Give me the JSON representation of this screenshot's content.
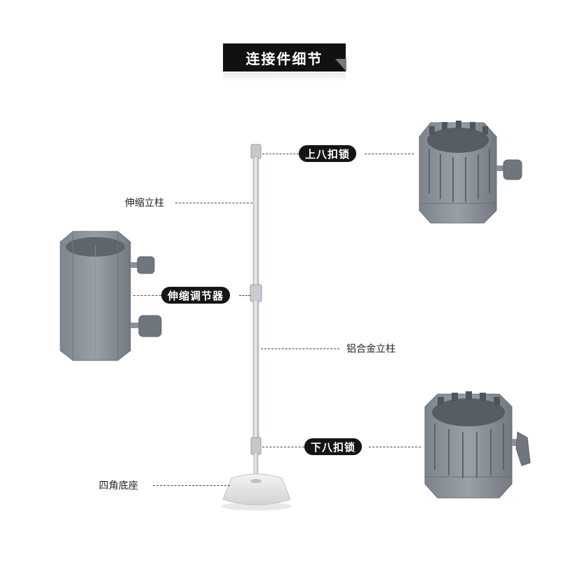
{
  "title": "连接件细节",
  "labels": {
    "upper_lock": "上八扣锁",
    "telescopic_pole": "伸缩立柱",
    "telescopic_adjuster": "伸缩调节器",
    "aluminum_pole": "铝合金立柱",
    "lower_lock": "下八扣锁",
    "square_base": "四角底座"
  }
}
